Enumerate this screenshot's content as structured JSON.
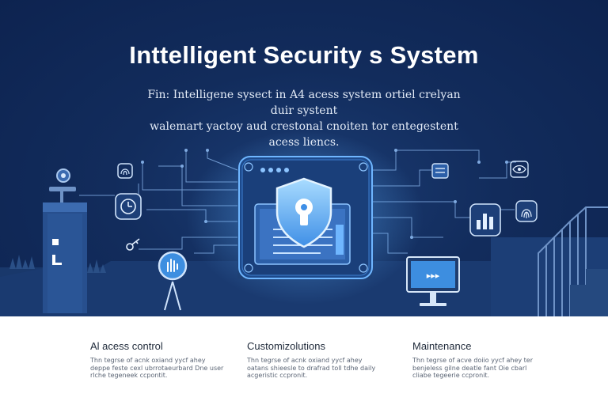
{
  "hero": {
    "title": "Inttelligent Security s System",
    "subtitle_lines": [
      "Fin: Intelligene sysect in A4 acess system ortiel crelyan duir systent",
      "walemart yactoy aud crestonal cnoiten tor entegestent",
      "acess liencs."
    ]
  },
  "scene": {
    "laptop_button_symbol": "▸▸▸",
    "icons": [
      "camera-icon",
      "door-icon",
      "fingerprint-icon",
      "clock-icon",
      "key-icon",
      "shield-lock-icon",
      "tablet-icon",
      "server-icon",
      "bar-chart-icon",
      "eye-icon",
      "hand-icon",
      "laptop-icon",
      "staircase-icon"
    ],
    "colors": {
      "background": "#122c5c",
      "accent": "#3d8ee0",
      "glow": "#5fb4ff"
    }
  },
  "features": [
    {
      "title": "Al acess control",
      "desc": "Thn tegrse of acnk oxiand yycf ahey deppe feste cexl ubrrotaeurbard Dne user rlche tegeneek ccpontit."
    },
    {
      "title": "Customizolutions",
      "desc": "Thn tegrse of acnk oxiand yycf ahey oatans shieesle to drafrad toll tdhe daily acgeristic ccpronit."
    },
    {
      "title": "Maintenance",
      "desc": "Thn tegrse of acve doiio yycf ahey ter benjeless gilne deatle fant Oie cbarl cliabe tegeerie ccpronit."
    }
  ]
}
